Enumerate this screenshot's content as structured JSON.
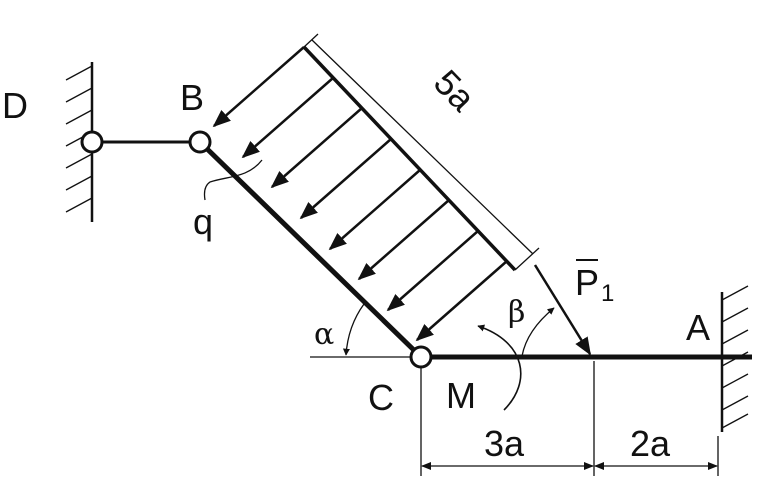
{
  "labels": {
    "D": "D",
    "B": "B",
    "q": "q",
    "len_5a": "5a",
    "P1": "P",
    "P1_sub": "1",
    "beta": "β",
    "alpha": "α",
    "A": "A",
    "C": "C",
    "M": "M",
    "dim_3a": "3a",
    "dim_2a": "2a"
  },
  "colors": {
    "ink": "#111111",
    "background": "#ffffff"
  }
}
